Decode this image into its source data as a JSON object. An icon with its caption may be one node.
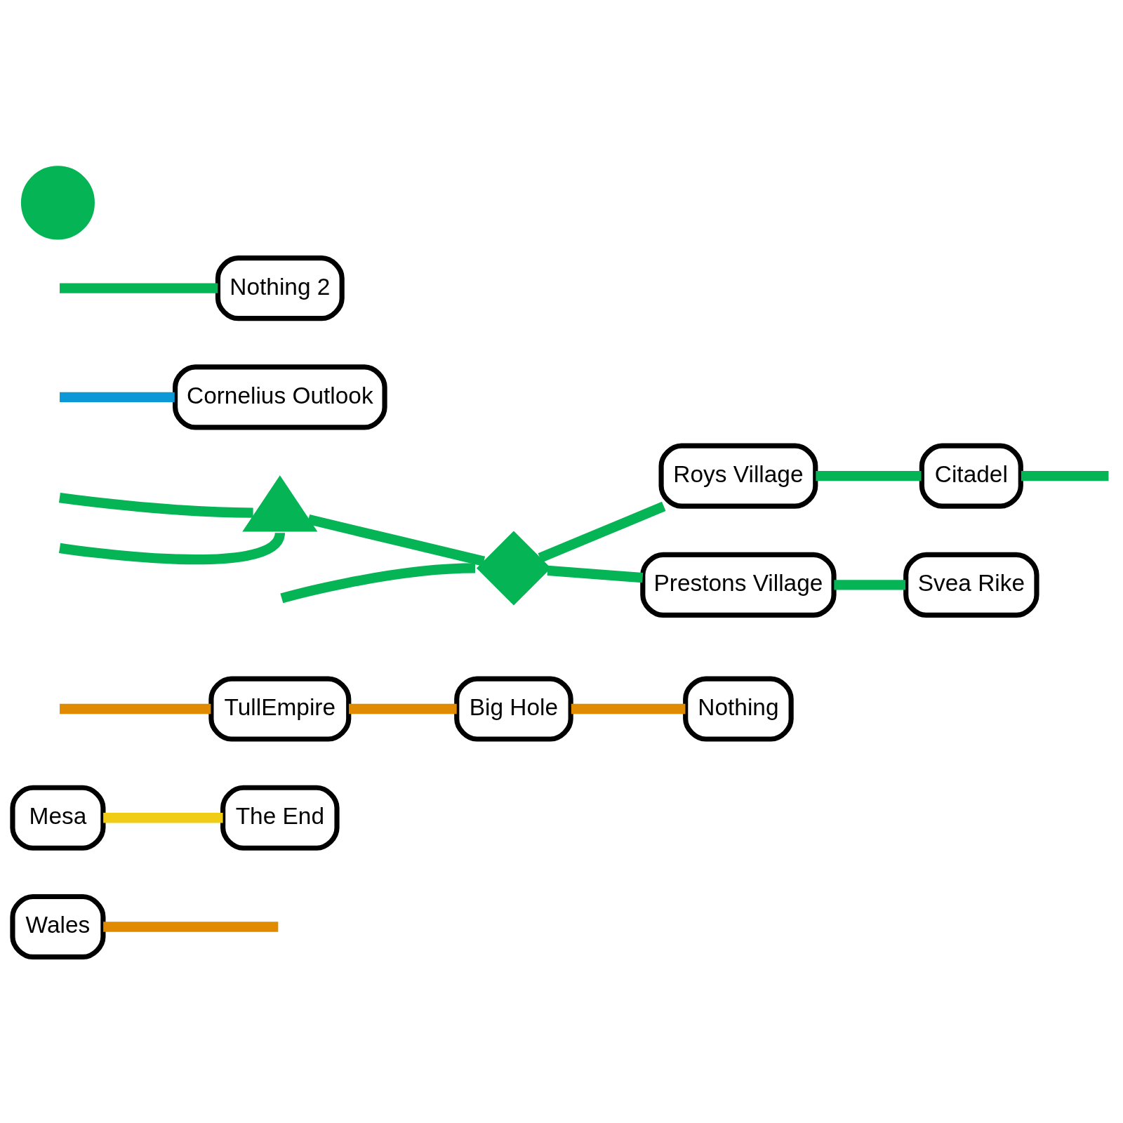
{
  "diagram": {
    "nodes": [
      {
        "text": [
          "Wales"
        ]
      },
      {
        "text": [
          "Mesa"
        ]
      },
      {
        "text": [
          "The End"
        ]
      },
      {
        "text": [
          "TullEmpire"
        ]
      },
      {
        "text": [
          "Big Hole"
        ]
      },
      {
        "text": [
          "Nothing"
        ]
      },
      {
        "text": [
          "Roys Village"
        ]
      },
      {
        "text": [
          "Citadel"
        ]
      },
      {
        "text": [
          "Cornelius Outlook"
        ]
      },
      {
        "text": [
          "Nothing 2"
        ]
      },
      {
        "text": [
          "Prestons Village"
        ]
      },
      {
        "text": [
          "Svea Rike"
        ]
      },
      {
        "text": [],
        "shape": "triangle"
      },
      {
        "text": [],
        "shape": "diamond"
      },
      {
        "text": [],
        "shape": "circle"
      }
    ],
    "edges": [
      {
        "from": 0,
        "to": null,
        "arrow": "none",
        "color": "#e08a00"
      },
      {
        "from": null,
        "to": 3,
        "arrow": "none",
        "color": "#e08a00"
      },
      {
        "from": 3,
        "to": 4,
        "arrow": "none",
        "color": "#e08a00"
      },
      {
        "from": 4,
        "to": 5,
        "arrow": "none",
        "color": "#e08a00"
      },
      {
        "from": 1,
        "to": 2,
        "arrow": "none",
        "color": "#f0cc14"
      },
      {
        "from": null,
        "to": 12,
        "arrow": "none"
      },
      {
        "from": null,
        "to": 12,
        "arrow": "none"
      },
      {
        "from": 12,
        "to": 13,
        "arrow": "none"
      },
      {
        "from": null,
        "to": 13,
        "arrow": "none"
      },
      {
        "from": 13,
        "to": 6,
        "arrow": "none"
      },
      {
        "from": 6,
        "to": 7,
        "arrow": "none"
      },
      {
        "from": 7,
        "to": null,
        "arrow": "none"
      },
      {
        "from": null,
        "to": 9,
        "arrow": "none"
      },
      {
        "from": 13,
        "to": 10,
        "arrow": "none"
      },
      {
        "from": 10,
        "to": 11,
        "arrow": "none"
      },
      {
        "from": null,
        "to": 8,
        "arrow": "none",
        "color": "#0a98d6"
      }
    ]
  }
}
